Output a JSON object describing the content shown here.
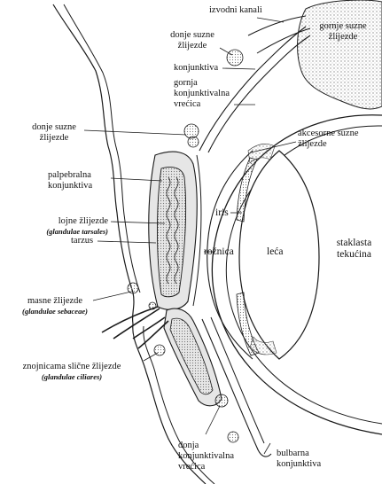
{
  "labels": {
    "izvodni_kanali": "izvodni kanali",
    "gornje_suzne": "gornje suzne žlijezde",
    "donje_suzne_top": "donje suzne žlijezde",
    "konjunktiva": "konjunktiva",
    "gornja_vrecica": "gornja konjunktivalna vrećica",
    "donje_suzne_left": "donje suzne žlijezde",
    "akcesorne": "akcesorne suzne žlijezde",
    "palpebralna": "palpebralna konjunktiva",
    "lojne": "lojne žlijezde",
    "lojne_latin": "(glandulae tarsales)",
    "tarzus": "tarzus",
    "iris": "iris",
    "roznica": "rožnica",
    "leca": "leća",
    "staklasta": "staklasta tekućina",
    "masne": "masne žlijezde",
    "masne_latin": "(glandulae sebaceae)",
    "znojnicama": "znojnicama slične žlijezde",
    "znojnicama_latin": "(glandulae ciliares)",
    "donja_vrecica": "donja konjunktivalna vrećica",
    "bulbarna": "bulbarna konjunktiva"
  },
  "colors": {
    "ink": "#1a1a1a",
    "gland_fill": "#d9d9d9",
    "stipple": "#bdbdbd",
    "background": "#ffffff"
  }
}
